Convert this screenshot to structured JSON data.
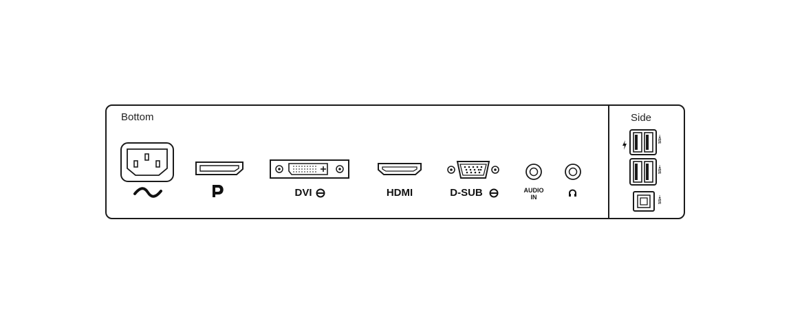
{
  "sections": {
    "bottom_label": "Bottom",
    "side_label": "Side"
  },
  "ports": {
    "dvi_label": "DVI",
    "hdmi_label": "HDMI",
    "dsub_label": "D-SUB",
    "audio_in_line1": "AUDIO",
    "audio_in_line2": "IN"
  },
  "side_ports": {
    "usb_tag": "SS⇠"
  },
  "icons": {
    "power": "ac-power-socket-icon",
    "ac_symbol": "ac-wave-icon",
    "displayport": "displayport-icon",
    "dvi": "dvi-port-icon",
    "hdmi": "hdmi-port-icon",
    "dsub": "vga-port-icon",
    "audio": "audio-jack-icon",
    "headphone": "headphone-icon",
    "screw": "screw-icon",
    "usb_a": "usb-a-port-icon",
    "usb_b": "usb-b-port-icon",
    "charging": "charging-bolt-icon"
  }
}
